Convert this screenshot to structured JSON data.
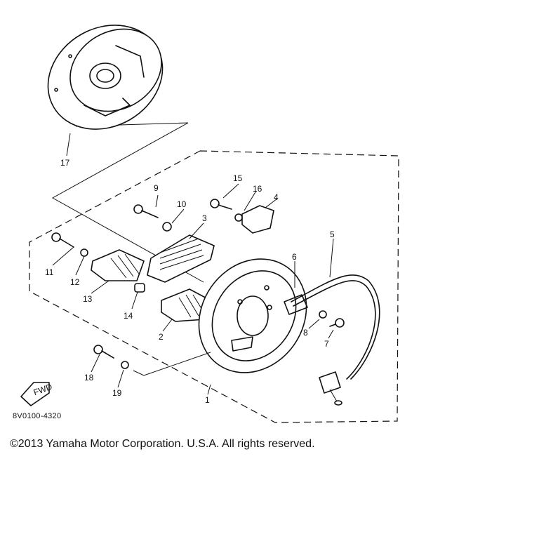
{
  "diagram": {
    "part_numbers": {
      "p1": "1",
      "p2": "2",
      "p3": "3",
      "p4": "4",
      "p5": "5",
      "p6": "6",
      "p7": "7",
      "p8": "8",
      "p9": "9",
      "p10": "10",
      "p11": "11",
      "p12": "12",
      "p13": "13",
      "p14": "14",
      "p15": "15",
      "p16": "16",
      "p17": "17",
      "p18": "18",
      "p19": "19"
    },
    "fwd_label": "FWD",
    "reference_code": "8V0100-4320"
  },
  "footer": {
    "copyright": "©2013 Yamaha Motor Corporation. U.S.A. All rights reserved."
  }
}
